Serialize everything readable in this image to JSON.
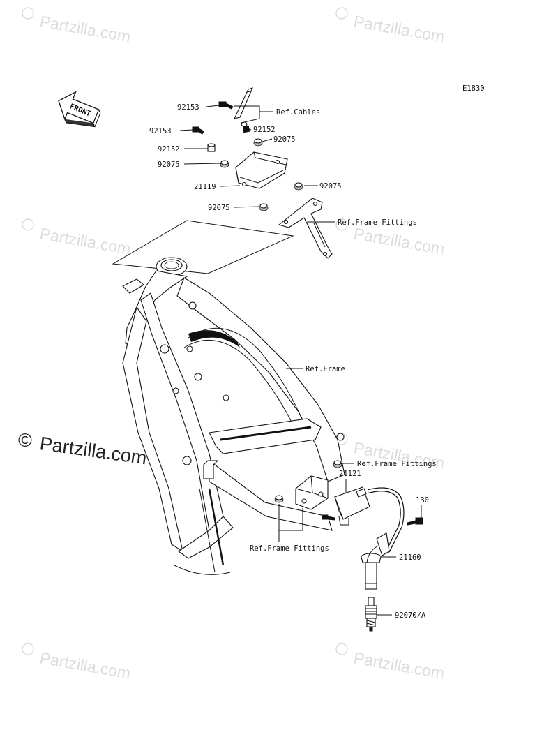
{
  "diagram_code": "E1830",
  "front_label": "FRONT",
  "watermark_text": "Partzilla.com",
  "copyright_symbol": "©",
  "callouts": {
    "p92153_a": "92153",
    "p92153_b": "92153",
    "p92152_a": "92152",
    "p92152_b": "92152",
    "p92075_a": "92075",
    "p92075_b": "92075",
    "p92075_c": "92075",
    "p92075_d": "92075",
    "p21119": "21119",
    "p21121": "21121",
    "p130": "130",
    "p21160": "21160",
    "p92070": "92070/A",
    "ref_cables": "Ref.Cables",
    "ref_frame_fittings_a": "Ref.Frame Fittings",
    "ref_frame": "Ref.Frame",
    "ref_frame_fittings_b": "Ref.Frame Fittings",
    "ref_frame_fittings_c": "Ref.Frame Fittings"
  }
}
